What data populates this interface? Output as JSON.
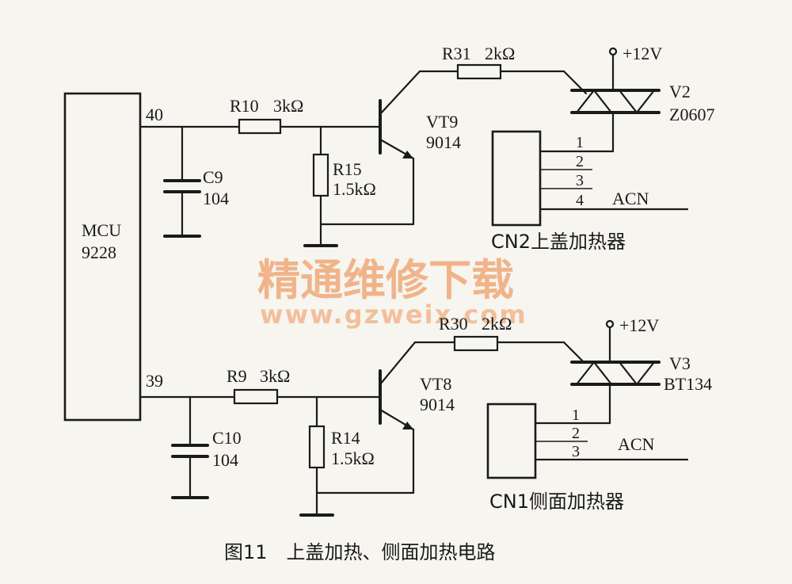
{
  "mcu": {
    "name": "MCU",
    "model": "9228",
    "pin_top": "40",
    "pin_bottom": "39"
  },
  "top": {
    "resistor_base": {
      "ref": "R10",
      "value": "3kΩ"
    },
    "capacitor": {
      "ref": "C9",
      "value": "104"
    },
    "resistor_pulldown": {
      "ref": "R15",
      "value": "1.5kΩ"
    },
    "transistor": {
      "ref": "VT9",
      "model": "9014"
    },
    "resistor_gate": {
      "ref": "R31",
      "value": "2kΩ"
    },
    "triac": {
      "ref": "V2",
      "model": "Z0607"
    },
    "supply": "+12V",
    "connector": {
      "label": "CN2上盖加热器",
      "pins": [
        "1",
        "2",
        "3",
        "4"
      ],
      "acn": "ACN"
    }
  },
  "bottom": {
    "resistor_base": {
      "ref": "R9",
      "value": "3kΩ"
    },
    "capacitor": {
      "ref": "C10",
      "value": "104"
    },
    "resistor_pulldown": {
      "ref": "R14",
      "value": "1.5kΩ"
    },
    "transistor": {
      "ref": "VT8",
      "model": "9014"
    },
    "resistor_gate": {
      "ref": "R30",
      "value": "2kΩ"
    },
    "triac": {
      "ref": "V3",
      "model": "BT134"
    },
    "supply": "+12V",
    "connector": {
      "label": "CN1侧面加热器",
      "pins": [
        "1",
        "2",
        "3"
      ],
      "acn": "ACN"
    }
  },
  "watermark": {
    "title": "精通维修下载",
    "url": "www.gzweix.com"
  },
  "caption": "图11　上盖加热、侧面加热电路"
}
